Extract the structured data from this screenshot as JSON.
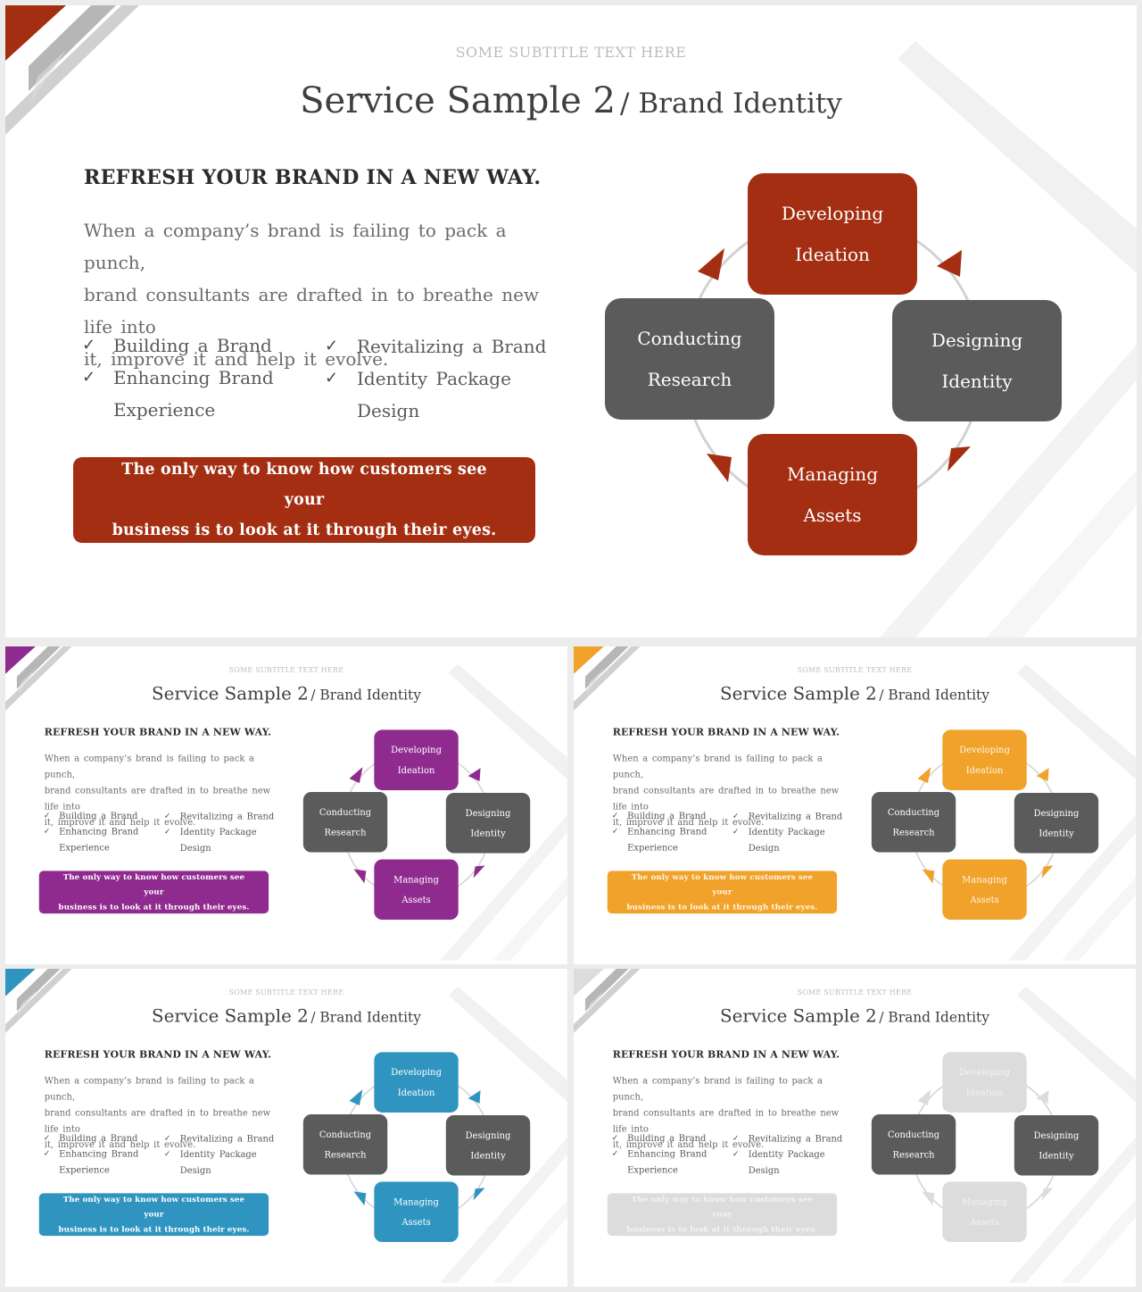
{
  "subtitle": "SOME SUBTITLE TEXT HERE",
  "title_main": "Service Sample 2",
  "title_sub": "/ Brand Identity",
  "heading": "REFRESH YOUR BRAND  IN  A NEW WAY.",
  "body_lines": [
    "When  a company’s  brand  is failing  to pack  a punch,",
    "brand  consultants  are  drafted  in to breathe  new  life into",
    "it,  improve  it and  help  it evolve."
  ],
  "check_glyph": "✓",
  "bullets_left": [
    "Building  a Brand",
    "Enhancing  Brand",
    "Experience"
  ],
  "bullets_right": [
    "Revitalizing  a Brand",
    "Identity  Package",
    "Design"
  ],
  "quote_lines": [
    "The only way to know how customers see your",
    "business is to look at it through their eyes."
  ],
  "cycle": {
    "top": [
      "Developing",
      "Ideation"
    ],
    "right": [
      "Designing",
      "Identity"
    ],
    "bottom": [
      "Managing",
      "Assets"
    ],
    "left": [
      "Conducting",
      "Research"
    ]
  },
  "variants": [
    {
      "name": "red",
      "accent": "#a32e12"
    },
    {
      "name": "purple",
      "accent": "#8f2b8f"
    },
    {
      "name": "orange",
      "accent": "#f0a22a"
    },
    {
      "name": "blue",
      "accent": "#2f95c0"
    },
    {
      "name": "gray",
      "accent": "#dcdcdc"
    }
  ],
  "neutral_box_color": "#5b5b5b"
}
